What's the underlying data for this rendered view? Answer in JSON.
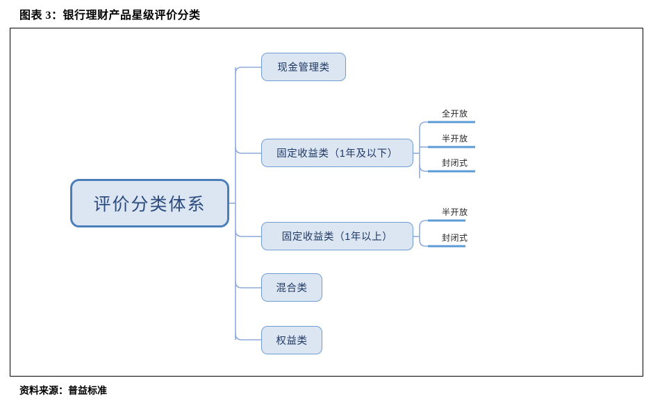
{
  "figure": {
    "title": "图表 3：银行理财产品星级评价分类",
    "source": "资料来源：普益标准"
  },
  "colors": {
    "node_fill": "#DCE6F2",
    "root_border": "#4A7EBB",
    "child_border": "#6E9BD2",
    "connector": "#8FAADC",
    "leaf_underline": "#5B9BD5",
    "node_text": "#1F3864",
    "frame_border": "#000000"
  },
  "diagram": {
    "type": "mindmap",
    "root": {
      "label": "评价分类体系"
    },
    "branches": [
      {
        "label": "现金管理类",
        "children": []
      },
      {
        "label": "固定收益类（1年及以下）",
        "children": [
          {
            "label": "全开放"
          },
          {
            "label": "半开放"
          },
          {
            "label": "封闭式"
          }
        ]
      },
      {
        "label": "固定收益类（1年以上）",
        "children": [
          {
            "label": "半开放"
          },
          {
            "label": "封闭式"
          }
        ]
      },
      {
        "label": "混合类",
        "children": []
      },
      {
        "label": "权益类",
        "children": []
      }
    ]
  }
}
